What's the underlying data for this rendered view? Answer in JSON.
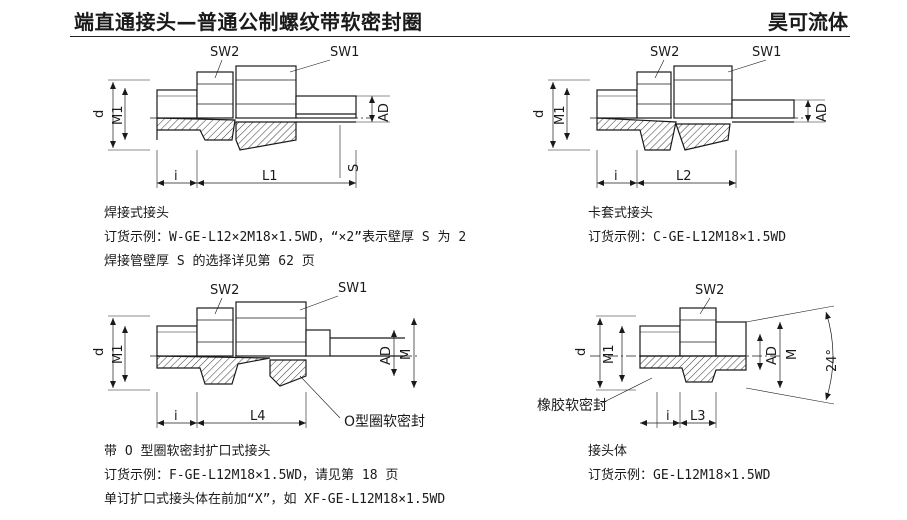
{
  "header": {
    "title": "端直通接头—普通公制螺纹带软密封圈",
    "brand": "昊可流体"
  },
  "labels": {
    "sw1": "SW1",
    "sw2": "SW2",
    "d": "d",
    "m1": "M1",
    "ad": "AD",
    "m": "M",
    "s": "S",
    "i": "i",
    "l1": "L1",
    "l2": "L2",
    "l3": "L3",
    "l4": "L4",
    "angle": "24°",
    "oring": "O型圈软密封",
    "rubber": "橡胶软密封"
  },
  "captions": {
    "weld": {
      "line1": "焊接式接头",
      "line2": "订货示例：W-GE-L12×2M18×1.5WD，“×2”表示壁厚 S 为 2",
      "line3": "焊接管壁厚 S 的选择详见第 62 页"
    },
    "ferrule": {
      "line1": "卡套式接头",
      "line2": "订货示例：C-GE-L12M18×1.5WD"
    },
    "flare": {
      "line1": "带 O 型圈软密封扩口式接头",
      "line2": "订货示例：F-GE-L12M18×1.5WD，请见第 18 页",
      "line3": "单订扩口式接头体在前加“X”，如 XF-GE-L12M18×1.5WD"
    },
    "body": {
      "line1": "接头体",
      "line2": "订货示例：GE-L12M18×1.5WD"
    }
  },
  "colors": {
    "line": "#1a1a1a",
    "hatch": "#555555"
  }
}
